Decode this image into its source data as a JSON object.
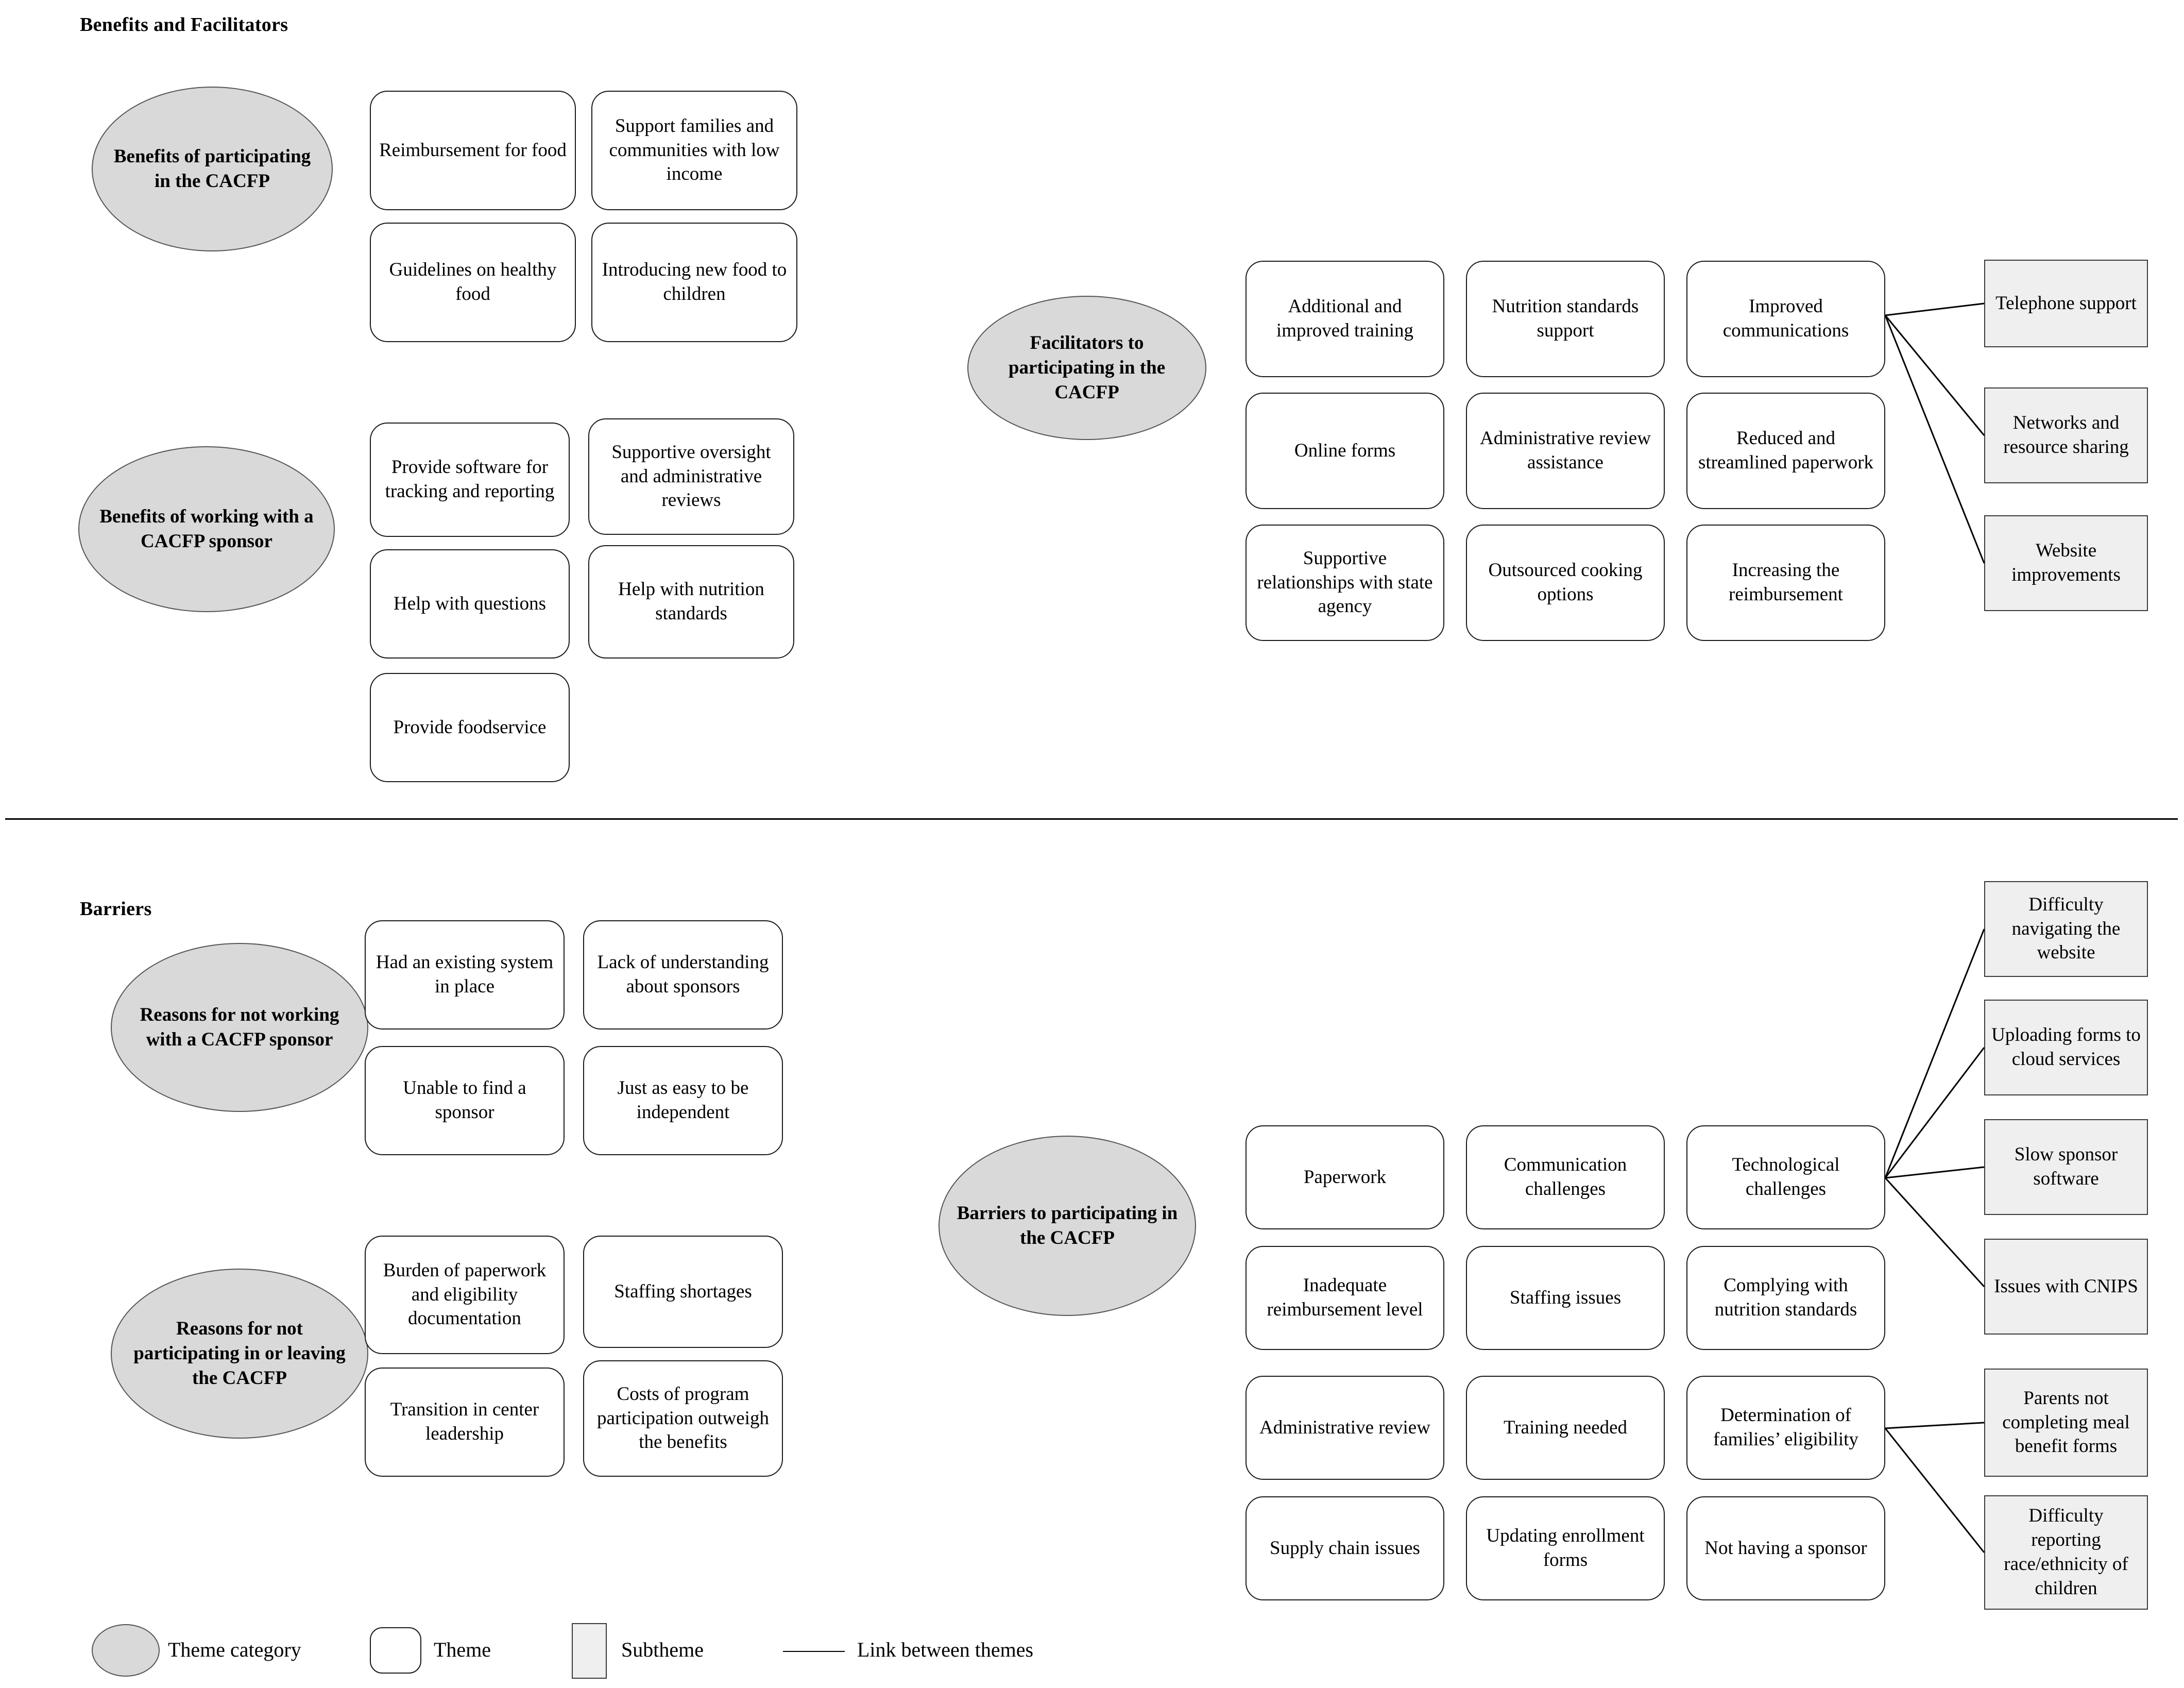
{
  "figure": {
    "sections": [
      {
        "id": "benefits",
        "title": "Benefits and Facilitators"
      },
      {
        "id": "barriers",
        "title": "Barriers"
      }
    ],
    "legend": {
      "theme_category": "Theme category",
      "theme": "Theme",
      "subtheme": "Subtheme",
      "link": "Link between themes"
    },
    "colors": {
      "category_fill": "#d9d9d9",
      "theme_fill": "#ffffff",
      "subtheme_fill": "#efefef",
      "stroke": "#1a1a1a",
      "background": "#ffffff"
    }
  },
  "benefits_section": {
    "title": "Benefits and Facilitators",
    "clusters": [
      {
        "category": "Benefits of participating in the CACFP",
        "themes": [
          "Reimbursement for food",
          "Support families and communities with low income",
          "Guidelines on healthy food",
          "Introducing new food to children"
        ]
      },
      {
        "category": "Benefits of working with a CACFP sponsor",
        "themes": [
          "Provide software for tracking and reporting",
          "Supportive oversight and administrative reviews",
          "Help with questions",
          "Help with nutrition standards",
          "Provide foodservice"
        ]
      },
      {
        "category": "Facilitators to participating in the CACFP",
        "themes": [
          "Additional and improved training",
          "Nutrition standards support",
          "Improved communications",
          "Online forms",
          "Administrative review assistance",
          "Reduced and streamlined paperwork",
          "Supportive relationships with state agency",
          "Outsourced cooking options",
          "Increasing the reimbursement"
        ],
        "subthemes": [
          "Telephone support",
          "Networks and resource sharing",
          "Website improvements"
        ],
        "links": [
          {
            "from": "Improved communications",
            "to": "Telephone support"
          },
          {
            "from": "Improved communications",
            "to": "Networks and resource sharing"
          },
          {
            "from": "Improved communications",
            "to": "Website improvements"
          }
        ]
      }
    ]
  },
  "barriers_section": {
    "title": "Barriers",
    "clusters": [
      {
        "category": "Reasons for not working with a CACFP sponsor",
        "themes": [
          "Had an existing system in place",
          "Lack of understanding about sponsors",
          "Unable to find a sponsor",
          "Just as easy to be independent"
        ]
      },
      {
        "category": "Reasons for not participating in or leaving the CACFP",
        "themes": [
          "Burden of paperwork and eligibility documentation",
          "Staffing shortages",
          "Transition in center leadership",
          "Costs of program participation outweigh the benefits"
        ]
      },
      {
        "category": "Barriers to participating in the CACFP",
        "themes": [
          "Paperwork",
          "Communication challenges",
          "Technological challenges",
          "Inadequate reimbursement level",
          "Staffing issues",
          "Complying with nutrition standards",
          "Administrative review",
          "Training needed",
          "Determination of families’ eligibility",
          "Supply chain issues",
          "Updating enrollment forms",
          "Not having a sponsor"
        ],
        "subthemes": [
          "Difficulty navigating the website",
          "Uploading forms to cloud services",
          "Slow sponsor software",
          "Issues with CNIPS",
          "Parents not completing meal benefit forms",
          "Difficulty reporting race/ethnicity of children"
        ],
        "links": [
          {
            "from": "Technological challenges",
            "to": "Difficulty navigating the website"
          },
          {
            "from": "Technological challenges",
            "to": "Uploading forms to cloud services"
          },
          {
            "from": "Technological challenges",
            "to": "Slow sponsor software"
          },
          {
            "from": "Technological challenges",
            "to": "Issues with CNIPS"
          },
          {
            "from": "Determination of families’ eligibility",
            "to": "Parents not completing meal benefit forms"
          },
          {
            "from": "Determination of families’ eligibility",
            "to": "Difficulty reporting race/ethnicity of children"
          }
        ]
      }
    ]
  }
}
